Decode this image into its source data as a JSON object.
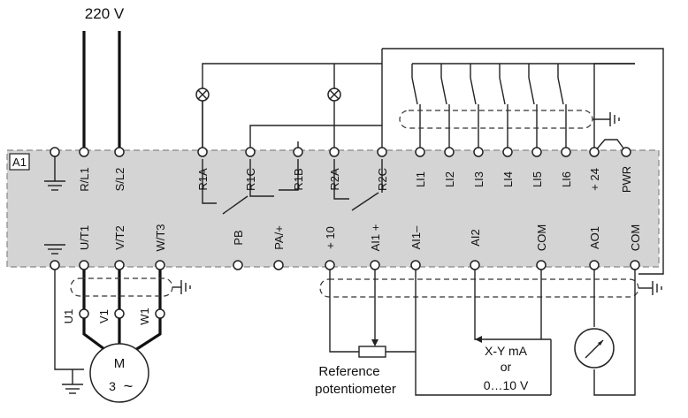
{
  "supply": {
    "voltage": "220 V"
  },
  "drive": {
    "label": "A1",
    "top_terminals": [
      "R/L1",
      "S/L2",
      "R1A",
      "R1C",
      "R1B",
      "R2A",
      "R2C",
      "LI1",
      "LI2",
      "LI3",
      "LI4",
      "LI5",
      "LI6",
      "+ 24",
      "PWR"
    ],
    "bottom_terminals": [
      "U/T1",
      "V/T2",
      "W/T3",
      "PB",
      "PA/+",
      "+ 10",
      "AI1 +",
      "AI1–",
      "AI2",
      "COM",
      "AO1",
      "COM"
    ]
  },
  "motor": {
    "terminals": [
      "U1",
      "V1",
      "W1"
    ],
    "symbol": "M",
    "phases": "3",
    "phase_symbol": "~"
  },
  "potentiometer": {
    "line1": "Reference",
    "line2": "potentiometer"
  },
  "analog_source": {
    "line1": "X-Y mA",
    "line2": "or",
    "line3": "0…10 V"
  },
  "colors": {
    "drive_fill": "#d4d4d4",
    "wire": "#222222"
  }
}
